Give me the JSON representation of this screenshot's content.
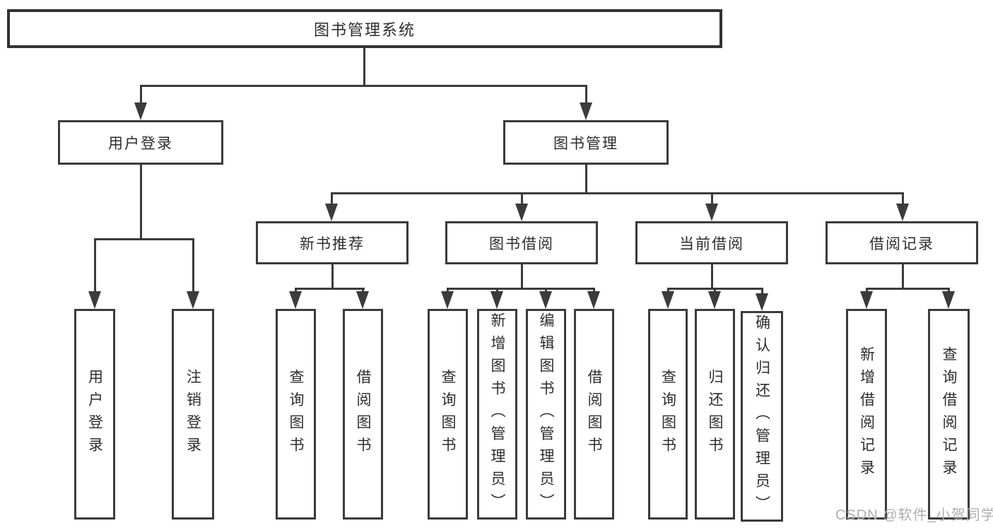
{
  "tree": {
    "root": {
      "label": "图书管理系统"
    },
    "branches": [
      {
        "label": "用户登录",
        "children": [
          {
            "label": "用户登录"
          },
          {
            "label": "注销登录"
          }
        ]
      },
      {
        "label": "图书管理",
        "sections": [
          {
            "label": "新书推荐",
            "children": [
              {
                "label": "查询图书"
              },
              {
                "label": "借阅图书"
              }
            ]
          },
          {
            "label": "图书借阅",
            "children": [
              {
                "label": "查询图书"
              },
              {
                "label": "新增图书（管理员）"
              },
              {
                "label": "编辑图书（管理员）"
              },
              {
                "label": "借阅图书"
              }
            ]
          },
          {
            "label": "当前借阅",
            "children": [
              {
                "label": "查询图书"
              },
              {
                "label": "归还图书"
              },
              {
                "label": "确认归还（管理员）"
              }
            ]
          },
          {
            "label": "借阅记录",
            "children": [
              {
                "label": "新增借阅记录"
              },
              {
                "label": "查询借阅记录"
              }
            ]
          }
        ]
      }
    ]
  },
  "watermark": "CSDN @软件_小贺同学",
  "colors": {
    "line": "#3b3b3b",
    "text": "#2d2d2d",
    "watermark": "#aeaeae",
    "background": "#ffffff"
  }
}
